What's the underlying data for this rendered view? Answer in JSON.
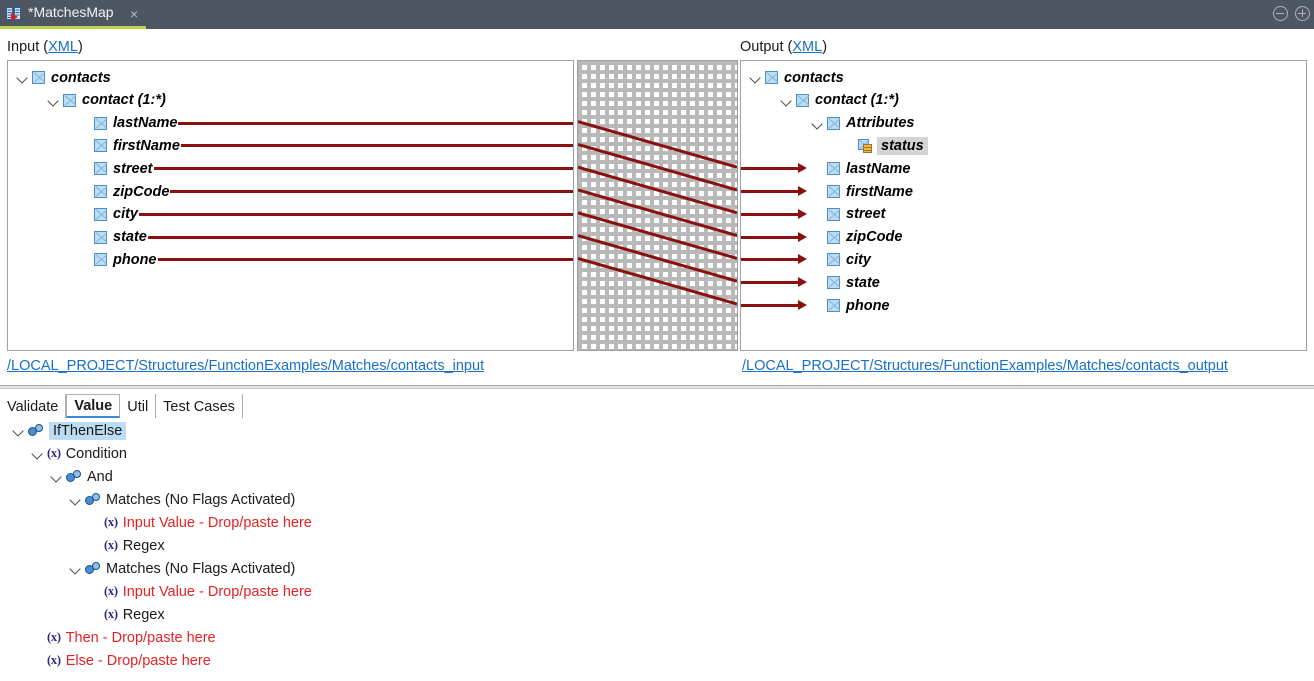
{
  "titlebar": {
    "tab_label": "*MatchesMap",
    "tab_icon": "map-transform-icon",
    "close_label": "×",
    "minimize_name": "minimize-button",
    "maximize_name": "maximize-button"
  },
  "input_panel": {
    "heading_prefix": "Input (",
    "heading_link": "XML",
    "heading_suffix": ")",
    "path": "/LOCAL_PROJECT/Structures/FunctionExamples/Matches/contacts_input",
    "nodes": [
      {
        "label": "contacts",
        "depth": 0,
        "expanded": true,
        "icon": "xml-element-icon",
        "connector": false
      },
      {
        "label": "contact (1:*)",
        "depth": 1,
        "expanded": true,
        "icon": "xml-element-icon",
        "connector": false
      },
      {
        "label": "lastName",
        "depth": 2,
        "expanded": false,
        "icon": "xml-element-icon",
        "connector": true
      },
      {
        "label": "firstName",
        "depth": 2,
        "expanded": false,
        "icon": "xml-element-icon",
        "connector": true
      },
      {
        "label": "street",
        "depth": 2,
        "expanded": false,
        "icon": "xml-element-icon",
        "connector": true
      },
      {
        "label": "zipCode",
        "depth": 2,
        "expanded": false,
        "icon": "xml-element-icon",
        "connector": true
      },
      {
        "label": "city",
        "depth": 2,
        "expanded": false,
        "icon": "xml-element-icon",
        "connector": true
      },
      {
        "label": "state",
        "depth": 2,
        "expanded": false,
        "icon": "xml-element-icon",
        "connector": true
      },
      {
        "label": "phone",
        "depth": 2,
        "expanded": false,
        "icon": "xml-element-icon",
        "connector": true
      }
    ]
  },
  "output_panel": {
    "heading_prefix": "Output (",
    "heading_link": "XML",
    "heading_suffix": ")",
    "path": "/LOCAL_PROJECT/Structures/FunctionExamples/Matches/contacts_output",
    "nodes": [
      {
        "label": "contacts",
        "depth": 0,
        "expanded": true,
        "icon": "xml-element-icon",
        "connector": false,
        "selected": false
      },
      {
        "label": "contact (1:*)",
        "depth": 1,
        "expanded": true,
        "icon": "xml-element-icon",
        "connector": false,
        "selected": false
      },
      {
        "label": "Attributes",
        "depth": 2,
        "expanded": true,
        "icon": "xml-element-icon",
        "connector": false,
        "selected": false
      },
      {
        "label": "status",
        "depth": 3,
        "expanded": false,
        "icon": "xml-attribute-icon",
        "connector": false,
        "selected": true
      },
      {
        "label": "lastName",
        "depth": 2,
        "expanded": false,
        "icon": "xml-element-icon",
        "connector": true,
        "selected": false
      },
      {
        "label": "firstName",
        "depth": 2,
        "expanded": false,
        "icon": "xml-element-icon",
        "connector": true,
        "selected": false
      },
      {
        "label": "street",
        "depth": 2,
        "expanded": false,
        "icon": "xml-element-icon",
        "connector": true,
        "selected": false
      },
      {
        "label": "zipCode",
        "depth": 2,
        "expanded": false,
        "icon": "xml-element-icon",
        "connector": true,
        "selected": false
      },
      {
        "label": "city",
        "depth": 2,
        "expanded": false,
        "icon": "xml-element-icon",
        "connector": true,
        "selected": false
      },
      {
        "label": "state",
        "depth": 2,
        "expanded": false,
        "icon": "xml-element-icon",
        "connector": true,
        "selected": false
      },
      {
        "label": "phone",
        "depth": 2,
        "expanded": false,
        "icon": "xml-element-icon",
        "connector": true,
        "selected": false
      }
    ]
  },
  "mapping_canvas": {
    "line_color": "#8b1010",
    "grid_color": "#b5b5b5",
    "links": [
      {
        "from": "lastName",
        "to": "lastName"
      },
      {
        "from": "firstName",
        "to": "firstName"
      },
      {
        "from": "street",
        "to": "street"
      },
      {
        "from": "zipCode",
        "to": "zipCode"
      },
      {
        "from": "city",
        "to": "city"
      },
      {
        "from": "state",
        "to": "state"
      },
      {
        "from": "phone",
        "to": "phone"
      }
    ]
  },
  "bottom_tabs": [
    {
      "label": "Validate",
      "active": false
    },
    {
      "label": "Value",
      "active": true
    },
    {
      "label": "Util",
      "active": false
    },
    {
      "label": "Test Cases",
      "active": false
    }
  ],
  "function_tree": [
    {
      "label": "IfThenElse",
      "depth": 0,
      "expanded": true,
      "icon": "function-gear-icon",
      "red": false,
      "selected": true
    },
    {
      "label": "Condition",
      "depth": 1,
      "expanded": true,
      "icon": "variable-x-icon",
      "red": false,
      "selected": false
    },
    {
      "label": "And",
      "depth": 2,
      "expanded": true,
      "icon": "function-gear-icon",
      "red": false,
      "selected": false
    },
    {
      "label": "Matches (No Flags Activated)",
      "depth": 3,
      "expanded": true,
      "icon": "function-gear-icon",
      "red": false,
      "selected": false
    },
    {
      "label": "Input Value - Drop/paste here",
      "depth": 4,
      "expanded": false,
      "icon": "variable-x-icon",
      "red": true,
      "selected": false
    },
    {
      "label": "Regex",
      "depth": 4,
      "expanded": false,
      "icon": "variable-x-icon",
      "red": false,
      "selected": false
    },
    {
      "label": "Matches (No Flags Activated)",
      "depth": 3,
      "expanded": true,
      "icon": "function-gear-icon",
      "red": false,
      "selected": false
    },
    {
      "label": "Input Value - Drop/paste here",
      "depth": 4,
      "expanded": false,
      "icon": "variable-x-icon",
      "red": true,
      "selected": false
    },
    {
      "label": "Regex",
      "depth": 4,
      "expanded": false,
      "icon": "variable-x-icon",
      "red": false,
      "selected": false
    },
    {
      "label": "Then - Drop/paste here",
      "depth": 1,
      "expanded": false,
      "icon": "variable-x-icon",
      "red": true,
      "selected": false
    },
    {
      "label": "Else - Drop/paste here",
      "depth": 1,
      "expanded": false,
      "icon": "variable-x-icon",
      "red": true,
      "selected": false
    }
  ],
  "icons": {
    "variable_x": "(x)"
  },
  "colors": {
    "titlebar_bg": "#4e5563",
    "tab_underline": "#bdd34c",
    "link_blue": "#1a6fc4",
    "mapping_line": "#8b1010",
    "error_red": "#e82222",
    "selection_blue": "#bcdcf4",
    "selection_gray": "#d4d4d4"
  }
}
